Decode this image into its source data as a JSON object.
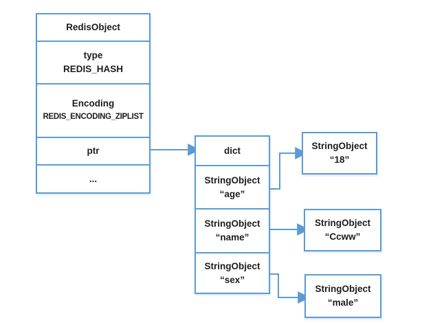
{
  "colors": {
    "line": "#5b9bd5",
    "text": "#1c1c1c",
    "background": "#ffffff"
  },
  "left_box": {
    "title": "RedisObject",
    "type_label": "type",
    "type_value": "REDIS_HASH",
    "encoding_label": "Encoding",
    "encoding_value": "REDIS_ENCODING_ZIPLIST",
    "ptr_label": "ptr",
    "ellipsis_label": "..."
  },
  "dict_box": {
    "title": "dict",
    "entries": [
      {
        "type_name": "StringObject",
        "key": "“age”"
      },
      {
        "type_name": "StringObject",
        "key": "“name”"
      },
      {
        "type_name": "StringObject",
        "key": "“sex”"
      }
    ]
  },
  "value_boxes": [
    {
      "type_name": "StringObject",
      "value": "“18”"
    },
    {
      "type_name": "StringObject",
      "value": "“Ccww”"
    },
    {
      "type_name": "StringObject",
      "value": "“male”"
    }
  ]
}
